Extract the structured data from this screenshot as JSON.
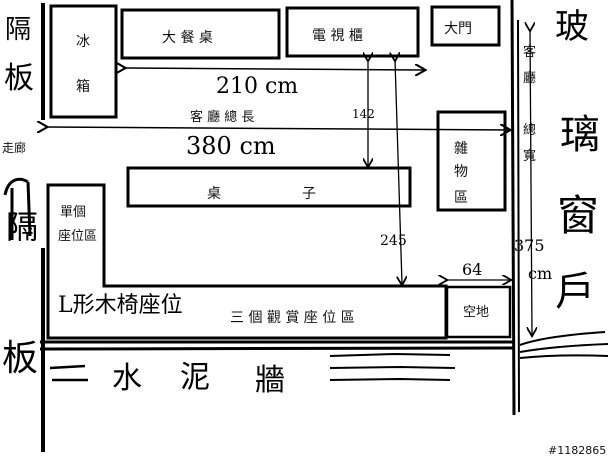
{
  "labels": {
    "fridge_1": "冰",
    "fridge_2": "箱",
    "dining_table": "大 餐 桌",
    "tv_cabinet": "電 視 櫃",
    "main_door": "大門",
    "partition_left_top_1": "隔",
    "partition_left_top_2": "板",
    "partition_left_mid_1": "隔",
    "partition_left_mid_2": "板",
    "corridor": "走廊",
    "width_210": "210 cm",
    "living_room_length": "客 廳 總 長",
    "length_380": "380 cm",
    "dim_142": "142",
    "dim_245": "245",
    "dim_64": "64",
    "dim_375": "375",
    "dim_375_unit": "cm",
    "storage_1": "雜",
    "storage_2": "物",
    "storage_3": "區",
    "living_room_width_1": "客",
    "living_room_width_2": "廳",
    "living_room_width_3": "總",
    "living_room_width_4": "寬",
    "glass_window_1": "玻",
    "glass_window_2": "璃",
    "glass_window_3": "窗",
    "glass_window_4": "戶",
    "table": "桌",
    "table_2": "子",
    "single_seat_1": "單個",
    "single_seat_2": "座位區",
    "l_bench": "L形木椅座位",
    "three_seat_area": "三 個 觀 賞 座 位 區",
    "empty_space": "空地",
    "cement_wall_1": "水",
    "cement_wall_2": "泥",
    "cement_wall_3": "牆",
    "watermark": "#1182865"
  },
  "colors": {
    "ink": "#000000",
    "paper": "#ffffff"
  }
}
